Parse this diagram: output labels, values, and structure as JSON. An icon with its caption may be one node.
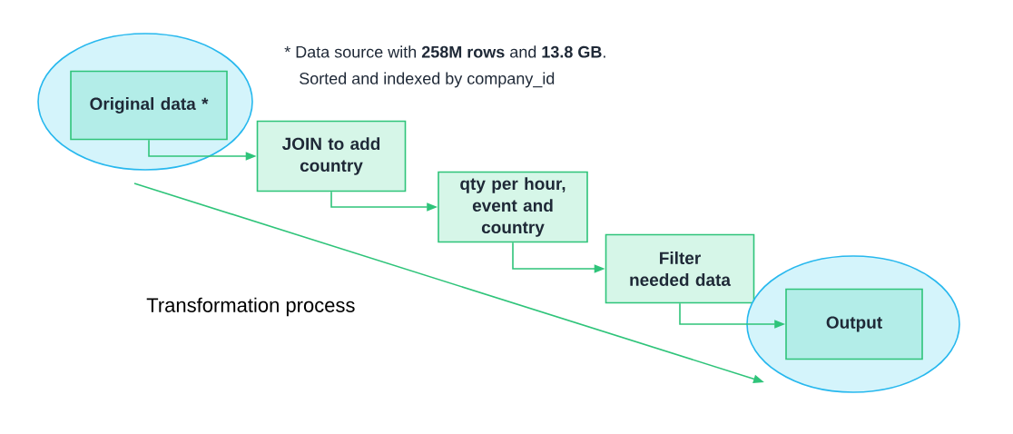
{
  "diagram": {
    "nodes": [
      {
        "text": [],
        "shape": "ellipse"
      },
      {
        "text": [
          "Original data *"
        ],
        "in": 0
      },
      {
        "text": [
          "JOIN to add country"
        ]
      },
      {
        "text": [
          "qty per hour, event and country"
        ]
      },
      {
        "text": [
          "Filter needed data"
        ]
      },
      {
        "text": [],
        "shape": "ellipse"
      },
      {
        "text": [
          "Output"
        ],
        "in": 5
      }
    ],
    "edges": [
      {
        "from": 1,
        "to": 2,
        "arrow": "to"
      },
      {
        "from": 2,
        "to": 3,
        "arrow": "to"
      },
      {
        "from": 3,
        "to": 4,
        "arrow": "to"
      },
      {
        "from": 4,
        "to": 6,
        "arrow": "to"
      }
    ],
    "labels": [
      "* Data source with **258M rows** and **13.8 GB**.",
      "Sorted and indexed by company_id",
      "Transformation process"
    ]
  }
}
